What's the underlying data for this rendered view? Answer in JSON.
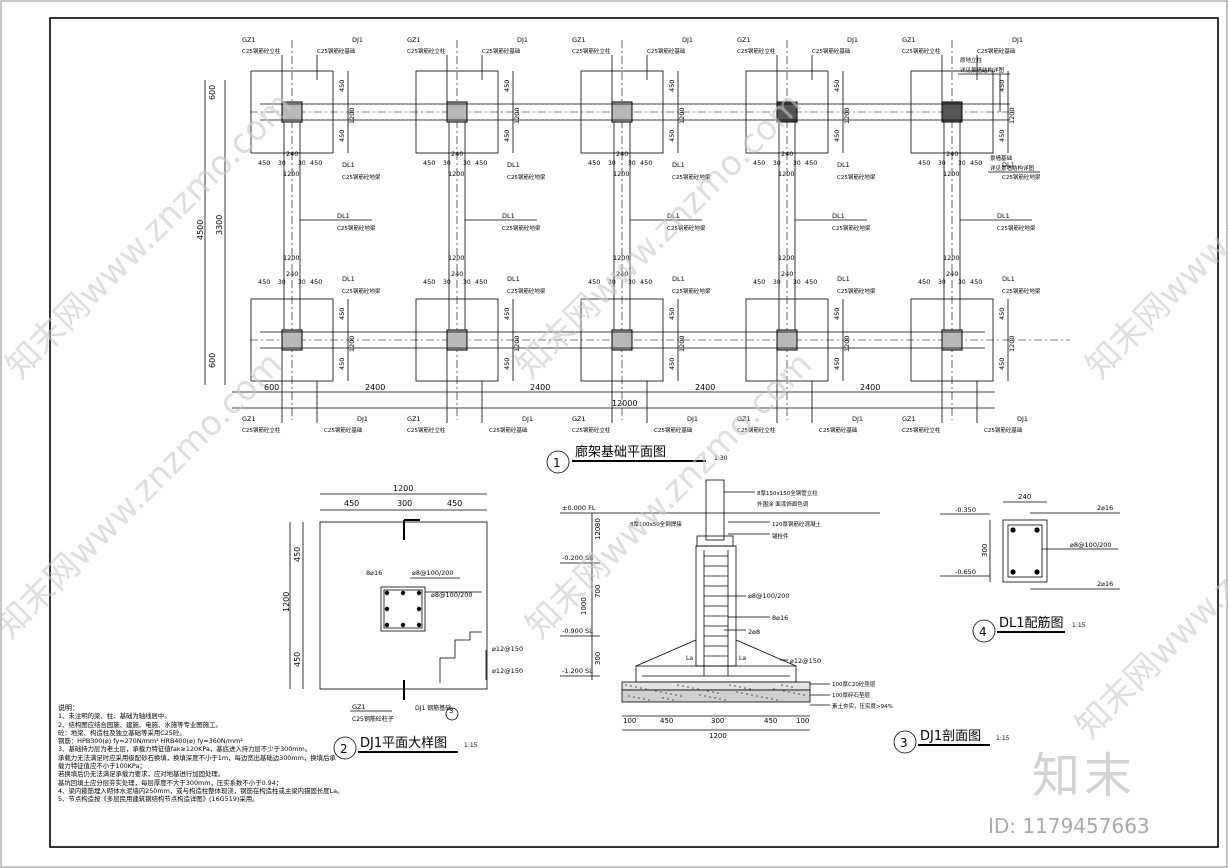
{
  "plan": {
    "title_no": "1",
    "title": "廊架基础平面图",
    "scale": "1:30",
    "gz1": "GZ1",
    "dj1": "DJ1",
    "dl1": "DL1",
    "gz1_note": "C25钢筋砼立柱",
    "dj1_note": "C25钢筋砼基础",
    "dl1_note": "C25钢筋砼地梁",
    "right_note_top_1": "原地立柱",
    "right_note_top_2": "详见景墙结构详图",
    "right_note_bot_1": "景墙基础",
    "right_note_bot_2": "详见景墙结构详图",
    "dims": {
      "d600": "600",
      "d450": "450",
      "d30": "30",
      "d240": "240",
      "d1200": "1200",
      "d4500": "4500",
      "d3300": "3300",
      "d2400": "2400",
      "d12000": "12000"
    }
  },
  "detail2": {
    "title_no": "2",
    "title": "DJ1平面大样图",
    "scale": "1:15",
    "w1200": "1200",
    "w450": "450",
    "w300": "300",
    "rebar_main": "8⌀16",
    "stirrup": "⌀8@100/200",
    "mesh1": "⌀12@150",
    "mesh2": "⌀12@150",
    "gz1": "GZ1",
    "gz1_note": "C25钢筋砼柱子",
    "dj1_note": "DJ1 钢筋基础",
    "section_ref": "3"
  },
  "detail3": {
    "title_no": "3",
    "title": "DJ1剖面图",
    "scale": "1:15",
    "lv0": "±0.000 FL",
    "lv1": "-0.200 SL",
    "lv2": "-0.900 SL",
    "lv3": "-1.200 SL",
    "n_post": "8厚150x150全钢管立柱",
    "n_post2": "外围涂 面漆饰面色调",
    "n_plate": "8厚100x50全钢焊接",
    "n_fill": "120厚钢筋砼混凝土",
    "n_anchor": "锚栓件",
    "n_stirrup": "⌀8@100/200",
    "n_main": "8⌀16",
    "n_bar": "2⌀8",
    "n_mesh": "⌀12@150",
    "n_conc": "100厚C20砼垫层",
    "n_gravel": "100厚碎石垫层",
    "n_soil": "素土夯实，压实度>94%",
    "la": "La",
    "d120": "120",
    "d80": "80",
    "d1000": "1000",
    "d700": "700",
    "d300": "300",
    "d100": "100",
    "d450": "450",
    "d1200": "1200"
  },
  "detail4": {
    "title_no": "4",
    "title": "DL1配筋图",
    "scale": "1:15",
    "lv_top": "-0.350",
    "lv_bot": "-0.650",
    "w240": "240",
    "h300": "300",
    "top_bar": "2⌀16",
    "bot_bar": "2⌀16",
    "stirrup": "⌀8@100/200"
  },
  "notes": {
    "heading": "说明：",
    "lines": [
      "1、未注明的梁、柱、基础为轴线居中。",
      "2、结构图应结合园施、建施、电施、水施等专业图施工。",
      "   砼：地梁、构造柱及独立基础等采用C25砼。",
      "   钢筋：HPB300(⌀) fy=270N/mm²  HRB400(⌀) fy=360N/mm²",
      "3、基础持力层为老土层，承载力特征值fak≥120KPa，基底进入持力层不少于300mm。",
      "   承载力无法满足时应采用级配砂石换填，换填深度不小于1m，每边宽出基础边300mm，换填后承",
      "   载力特征值应不小于100KPa；",
      "   若换填后仍无法满足承载力要求，应对地基进行加固处理。",
      "   基坑回填土应分层夯实处理，每层厚度不大于300mm，压实系数不小于0.94；",
      "4、梁内箍筋埋入砌体水泥墙内250mm，或与构造柱整体现浇，钢筋在构造柱或主梁内锚固长度La。",
      "5、节点构造按《多层民用建筑钢结构节点构造详图》(16G519)采用。"
    ]
  },
  "watermark": {
    "text": "知末网www.znzmo.com",
    "brand": "知末",
    "id": "ID: 1179457663"
  }
}
